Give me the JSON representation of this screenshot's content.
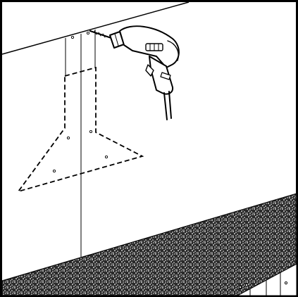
{
  "illustration": {
    "subject": "hood-installation-drilling-step",
    "icons": {
      "drill": "power-drill-icon",
      "hood_outline": "dashed-hood-outline",
      "worktop": "speckled-worktop"
    },
    "colors": {
      "stroke": "#000000",
      "background": "#ffffff",
      "speckle_dark": "#1a1a1a",
      "speckle_light": "#ffffff"
    }
  }
}
